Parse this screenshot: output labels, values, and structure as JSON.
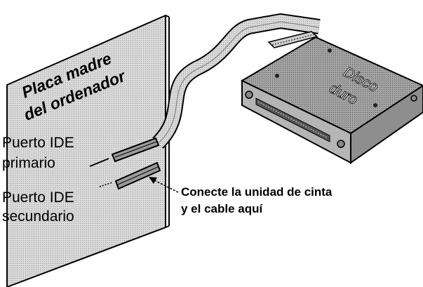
{
  "board": {
    "title_line1": "Placa madre",
    "title_line2": "del ordenador"
  },
  "ports": {
    "primary_line1": "Puerto IDE",
    "primary_line2": "primario",
    "secondary_line1": "Puerto IDE",
    "secondary_line2": "secundario"
  },
  "drive": {
    "label_line1": "Disco",
    "label_line2": "duro"
  },
  "callout": {
    "line1": "Conecte la unidad de cinta",
    "line2": "y el cable aquí"
  },
  "colors": {
    "board_fill": "#d7d7d7",
    "drive_fill": "#9a9a9a",
    "outline": "#000000"
  }
}
